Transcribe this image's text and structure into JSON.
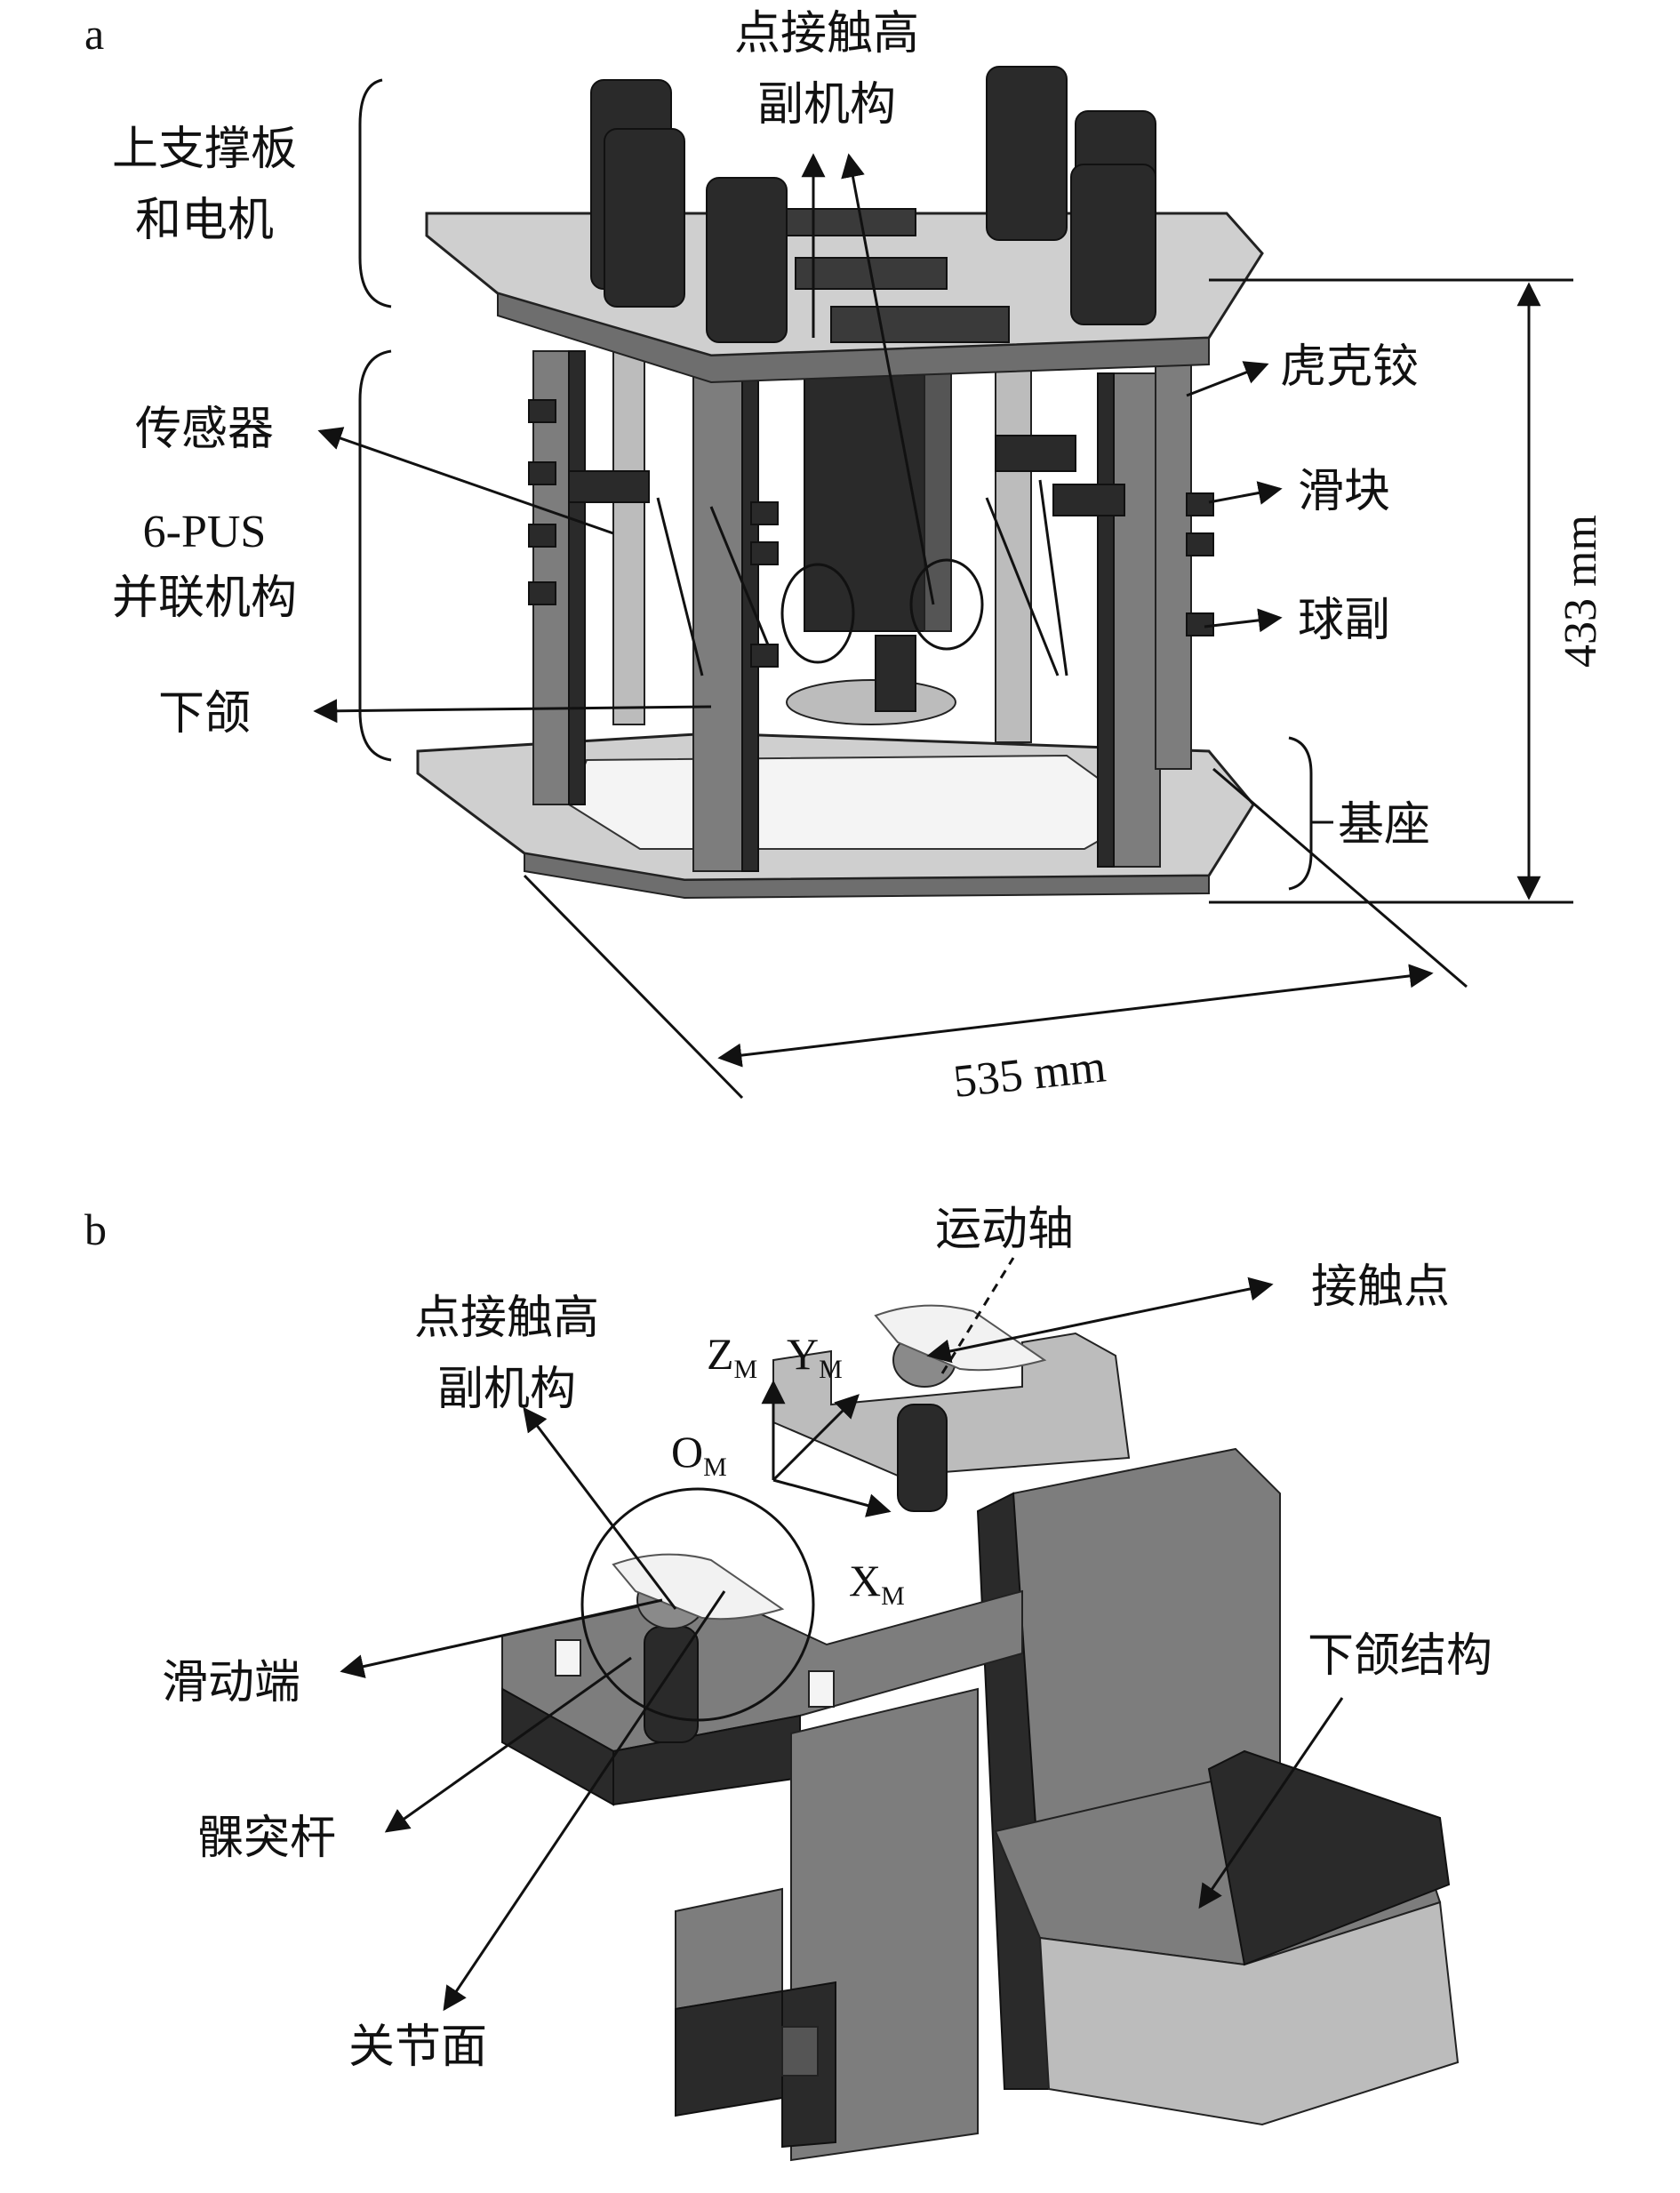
{
  "panel_a": {
    "letter": "a",
    "labels": {
      "contact_pair": [
        "点接触高",
        "副机构"
      ],
      "upper_plate": [
        "上支撑板",
        "和电机"
      ],
      "sensor": "传感器",
      "pus": [
        "6-PUS",
        "并联机构"
      ],
      "mandible": "下颌",
      "hooke": "虎克铰",
      "slider": "滑块",
      "ball_pair": "球副",
      "base": "基座"
    },
    "dims": {
      "height": "433 mm",
      "width": "535 mm"
    }
  },
  "panel_b": {
    "letter": "b",
    "labels": {
      "motion_axis": "运动轴",
      "contact_point": "接触点",
      "contact_pair": [
        "点接触高",
        "副机构"
      ],
      "sliding_end": "滑动端",
      "condyle_rod": "髁突杆",
      "joint_surface": "关节面",
      "mandible_structure": "下颌结构"
    },
    "axes": {
      "z": "Z",
      "y": "Y",
      "o": "O",
      "x": "X",
      "sub": "M"
    }
  }
}
